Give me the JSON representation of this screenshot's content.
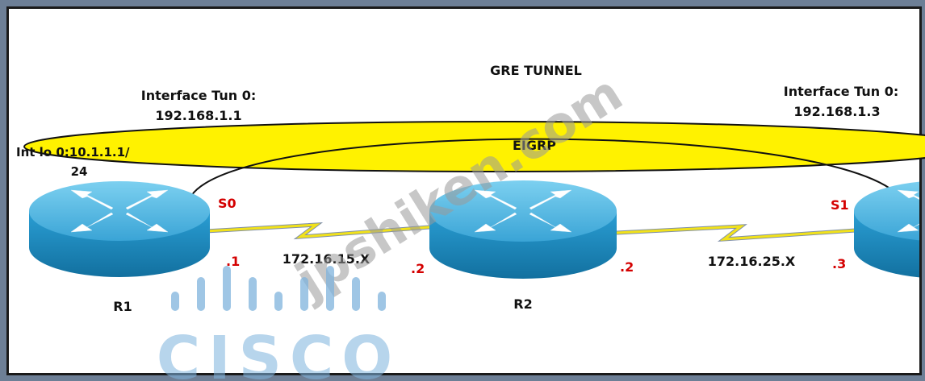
{
  "diagram": {
    "tunnel_title": "GRE TUNNEL",
    "eigrp_label": "EIGRP",
    "r1": {
      "name": "R1",
      "tunnel_if_label": "Interface Tun 0:",
      "tunnel_if_ip": "192.168.1.1",
      "loopback_line1": "Int lo 0:10.1.1.1/",
      "loopback_line2": "24",
      "serial_label": "S0",
      "host_octet": ".1"
    },
    "r2": {
      "name": "R2",
      "left_octet": ".2",
      "right_octet": ".2"
    },
    "r3": {
      "tunnel_if_label": "Interface Tun 0:",
      "tunnel_if_ip": "192.168.1.3",
      "serial_label": "S1",
      "host_octet": ".3"
    },
    "link_r1_r2": "172.16.15.X",
    "link_r2_r3": "172.16.25.X"
  },
  "watermark": {
    "site_text": "jpshiken.com",
    "logo_text": "CISCO"
  },
  "colors": {
    "frame": "#6d7f96",
    "canvas": "#ffffff",
    "tunnel_fill": "#fff200",
    "router_top": "#4fb3dc",
    "router_side": "#1f8fc4",
    "serial_link": "#f2e21a",
    "label_red": "#d40000",
    "cisco_blue": "#7fb3dd"
  }
}
